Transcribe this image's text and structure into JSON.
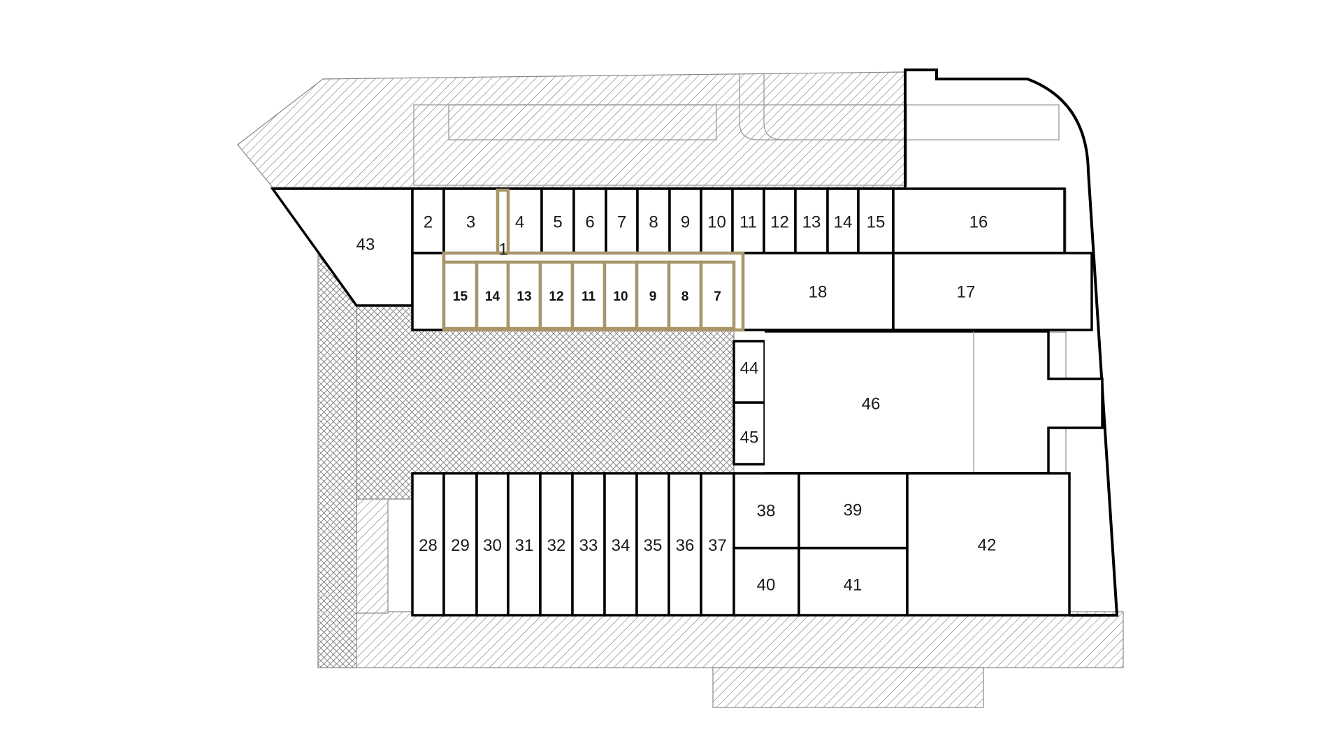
{
  "plan": {
    "highlight_color": "#a8966a",
    "top_row": [
      "2",
      "3",
      "4",
      "5",
      "6",
      "7",
      "8",
      "9",
      "10",
      "11",
      "12",
      "13",
      "14",
      "15"
    ],
    "top_row_right": "16",
    "corner_left": "43",
    "highlight_marker": "1",
    "highlight_row": [
      "15",
      "14",
      "13",
      "12",
      "11",
      "10",
      "9",
      "8",
      "7"
    ],
    "block_18": "18",
    "block_17": "17",
    "small_44": "44",
    "small_45": "45",
    "block_46": "46",
    "bottom_row": [
      "28",
      "29",
      "30",
      "31",
      "32",
      "33",
      "34",
      "35",
      "36",
      "37"
    ],
    "block_38": "38",
    "block_39": "39",
    "block_40": "40",
    "block_41": "41",
    "block_42": "42"
  }
}
